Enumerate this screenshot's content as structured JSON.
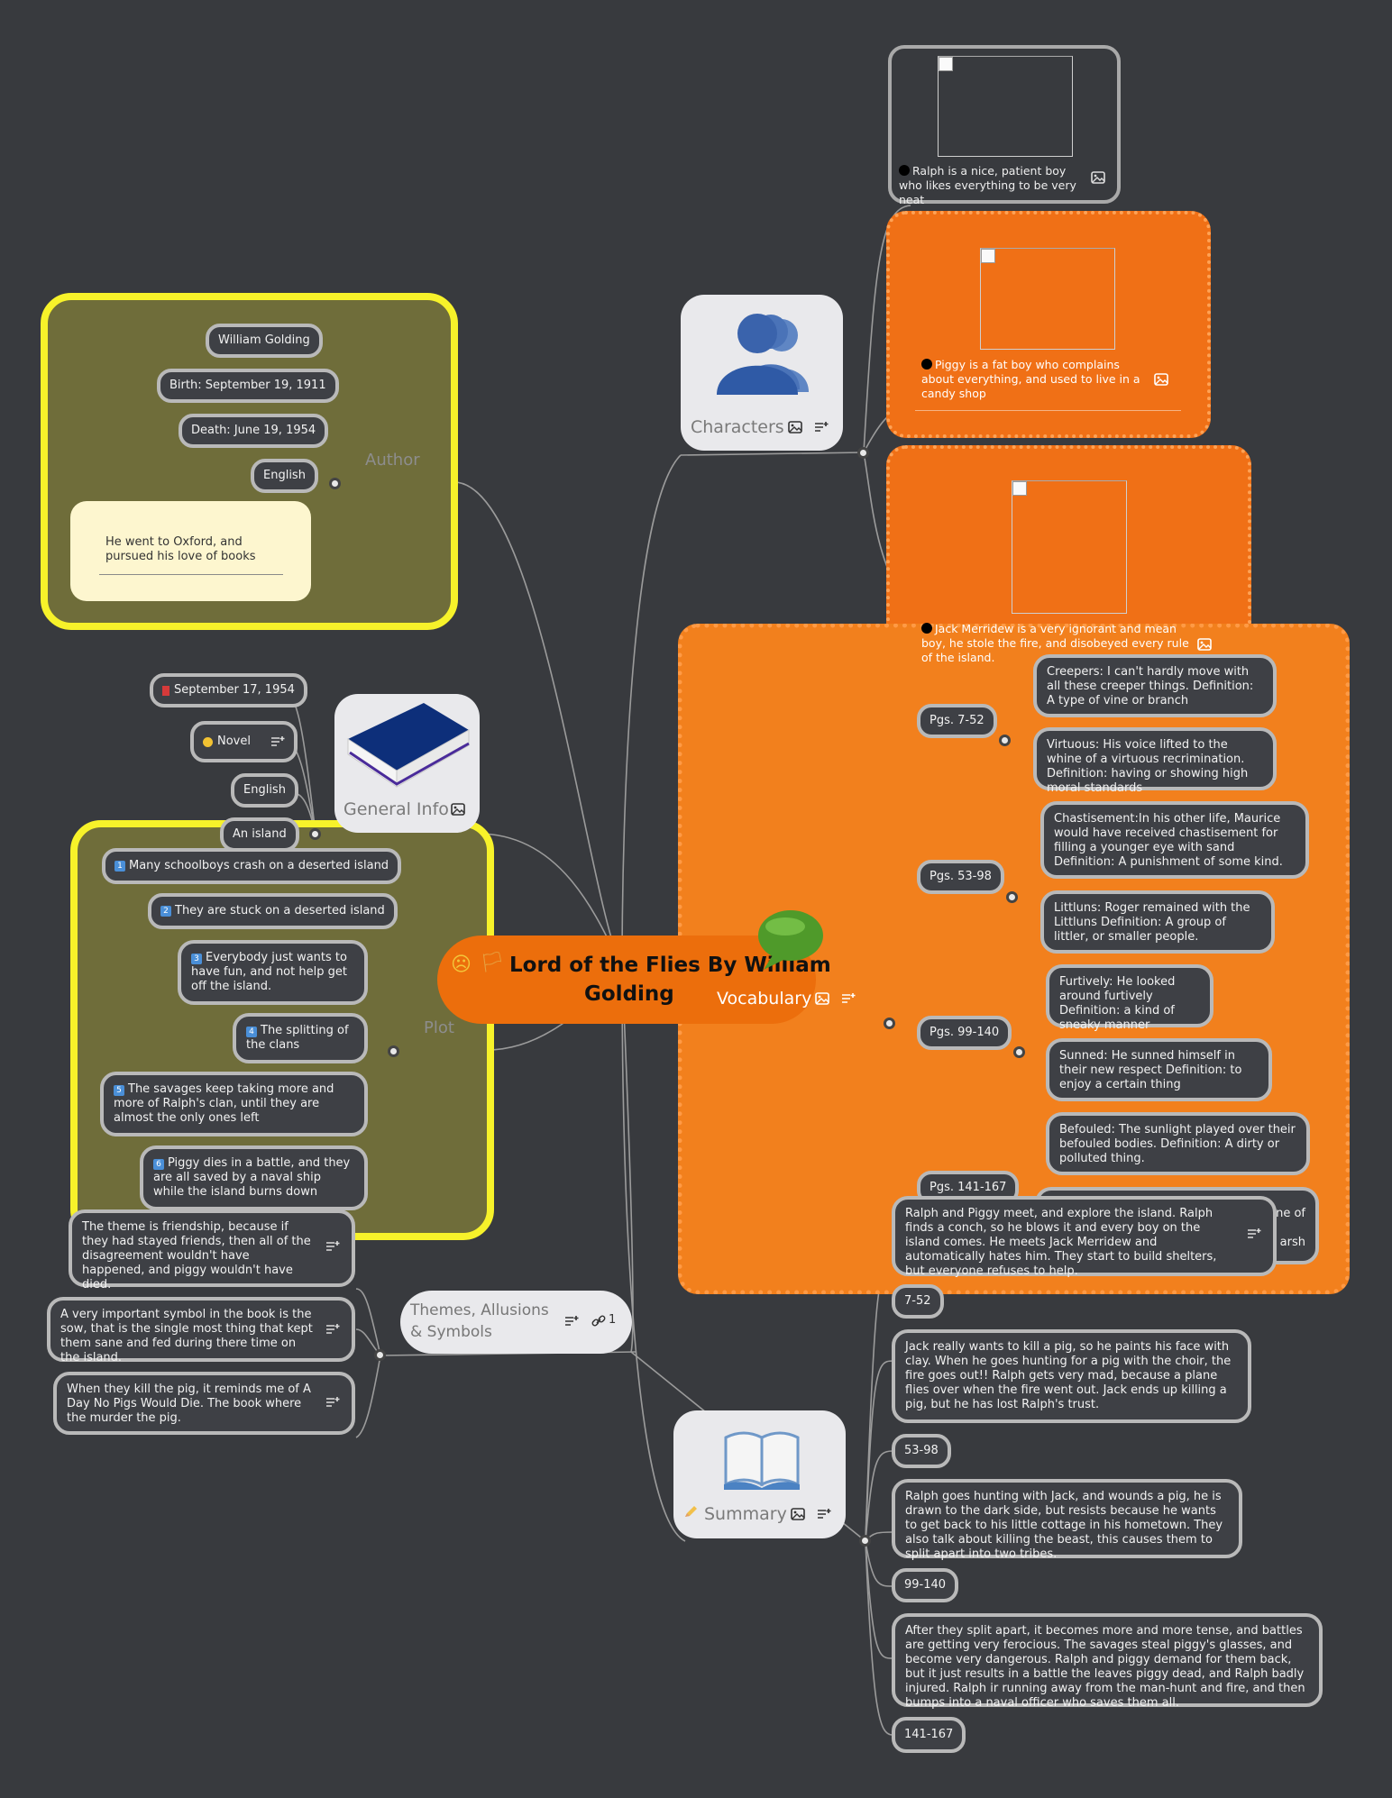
{
  "central": {
    "title_line1": "Lord of the Flies By William",
    "title_line2": "Golding",
    "emoji1": "☹",
    "emoji2": "🏳",
    "emoji1_icon": "sad-face-icon",
    "emoji2_icon": "flag-icon"
  },
  "colors": {
    "background": "#383a3e",
    "central": "#ec6e0c",
    "yellow_border": "#f7f22a",
    "yellow_fill": "#6f6d3a",
    "orange_fill": "#f2801d"
  },
  "author": {
    "label": "Author",
    "items": [
      "William Golding",
      "Birth: September 19, 1911",
      "Death: June 19, 1954",
      "English"
    ],
    "note": "He went to Oxford, and pursued his love of books"
  },
  "general_info": {
    "label": "General Info",
    "items": [
      "September 17, 1954",
      "Novel",
      "English",
      "An island"
    ]
  },
  "plot": {
    "label": "Plot",
    "items": [
      {
        "num": "1",
        "text": "Many schoolboys crash on a deserted island"
      },
      {
        "num": "2",
        "text": "They are stuck on a deserted island"
      },
      {
        "num": "3",
        "text": "Everybody just wants to have fun, and not help get off the island."
      },
      {
        "num": "4",
        "text": "The splitting of the clans"
      },
      {
        "num": "5",
        "text": "The savages keep taking more and more of Ralph's clan, until they are almost the only ones left"
      },
      {
        "num": "6",
        "text": "Piggy dies in a battle, and they are all saved by a naval ship while the island burns down"
      }
    ]
  },
  "themes": {
    "label_line1": "Themes, Allusions",
    "label_line2": "& Symbols",
    "link_count": "1",
    "items": [
      "The theme is friendship, because if they had stayed friends, then all of the disagreement wouldn't have happened, and piggy wouldn't have died.",
      "A very important symbol in the book is the sow, that is the single most thing that kept them sane and fed during there time on the island.",
      "When they kill the pig, it reminds me of A Day No Pigs Would Die. The book where the murder the pig."
    ]
  },
  "characters": {
    "label": "Characters",
    "items": [
      "Ralph is a nice, patient boy who likes everything to be very neat",
      "Piggy is a fat boy who complains about everything, and used to live in a candy shop",
      "Jack Merridew is a very ignorant and mean boy, he stole the fire, and disobeyed every rule of the island."
    ]
  },
  "vocabulary": {
    "label": "Vocabulary",
    "groups": [
      {
        "pages": "Pgs. 7-52",
        "words": [
          "Creepers: I can't hardly move with all these creeper things. Definition: A type of vine or branch",
          "Virtuous: His voice lifted to the whine of a virtuous recrimination. Definition: having or showing high moral standards"
        ]
      },
      {
        "pages": "Pgs. 53-98",
        "words": [
          "Chastisement:In his other life, Maurice would have received chastisement for filling a younger eye with sand Definition: A punishment of some kind.",
          "Littluns: Roger remained with the Littluns Definition: A group of littler, or smaller people."
        ]
      },
      {
        "pages": "Pgs. 99-140",
        "words": [
          "Furtively: He looked around furtively Definition: a kind of sneaky manner",
          "Sunned: He sunned himself in their new respect Definition: to enjoy a certain thing"
        ]
      },
      {
        "pages": "Pgs. 141-167",
        "words": [
          "Befouled: The sunlight played over their befouled bodies. Definition: A dirty or polluted thing.",
          "none of",
          "arsh"
        ]
      }
    ]
  },
  "summary": {
    "label": "Summary",
    "items": [
      {
        "pages": "",
        "text": "Ralph and Piggy meet, and explore the island. Ralph finds a conch, so he blows it and every boy on the island comes. He meets Jack Merridew and automatically hates him. They start to build shelters, but everyone refuses to help."
      },
      {
        "pages": "7-52",
        "text": "Jack really wants to kill a pig, so he paints his face with clay. When he goes hunting for a pig with the choir, the fire goes out!! Ralph gets very mad, because a plane flies over when the fire went out. Jack ends up killing a pig, but he has lost Ralph's trust."
      },
      {
        "pages": "53-98",
        "text": "Ralph goes hunting with Jack, and wounds a pig, he is drawn to the dark side, but resists because he wants to get back to his little cottage in his hometown. They also talk about killing the beast, this causes them to split apart into two tribes."
      },
      {
        "pages": "99-140",
        "text": "After they split apart, it becomes more and more tense, and battles are getting very ferocious. The savages steal piggy's glasses, and become very dangerous. Ralph and piggy demand for them back, but it just results in a battle the leaves piggy dead, and Ralph badly injured.  Ralph ir running away from the man-hunt and fire, and then bumps into a naval officer who saves them all."
      },
      {
        "pages": "141-167",
        "text": ""
      }
    ]
  }
}
